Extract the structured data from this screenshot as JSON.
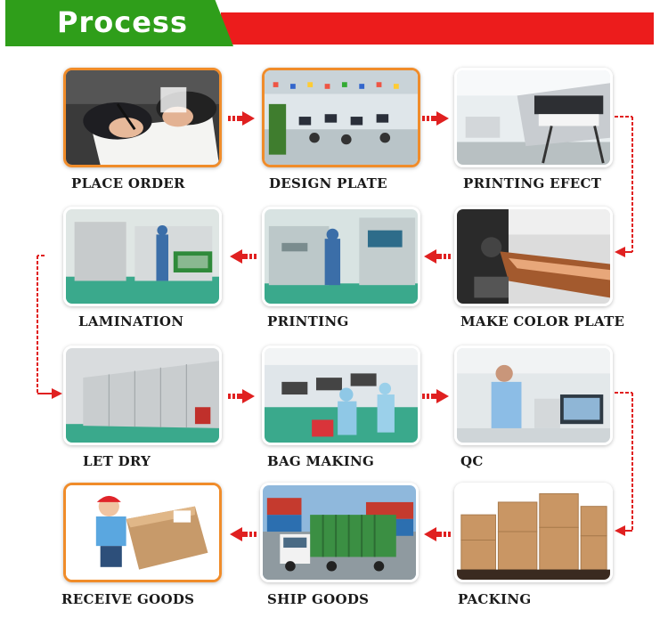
{
  "header": {
    "title": "Process",
    "colors": {
      "title_bar": "#2f9e1a",
      "accent_bar": "#ec1c1c"
    }
  },
  "steps": [
    {
      "label": "PLACE ORDER",
      "image": "signing-document-photo",
      "highlighted": true
    },
    {
      "label": "DESIGN PLATE",
      "image": "design-office-photo",
      "highlighted": true
    },
    {
      "label": "PRINTING EFECT",
      "image": "wide-format-printer-photo",
      "highlighted": false
    },
    {
      "label": "MAKE COLOR PLATE",
      "image": "copper-cylinder-photo",
      "highlighted": false
    },
    {
      "label": "PRINTING",
      "image": "printing-machine-photo",
      "highlighted": false
    },
    {
      "label": "LAMINATION",
      "image": "lamination-machine-photo",
      "highlighted": false
    },
    {
      "label": "LET DRY",
      "image": "drying-room-photo",
      "highlighted": false
    },
    {
      "label": "BAG MAKING",
      "image": "bag-making-workshop-photo",
      "highlighted": false
    },
    {
      "label": "QC",
      "image": "quality-control-lab-photo",
      "highlighted": false
    },
    {
      "label": "PACKING",
      "image": "stacked-cartons-photo",
      "highlighted": false
    },
    {
      "label": "SHIP GOODS",
      "image": "container-truck-photo",
      "highlighted": false
    },
    {
      "label": "RECEIVE GOODS",
      "image": "courier-with-box-photo",
      "highlighted": true
    }
  ],
  "colors": {
    "arrow": "#e02020",
    "card_highlight": "#f08c2a"
  }
}
